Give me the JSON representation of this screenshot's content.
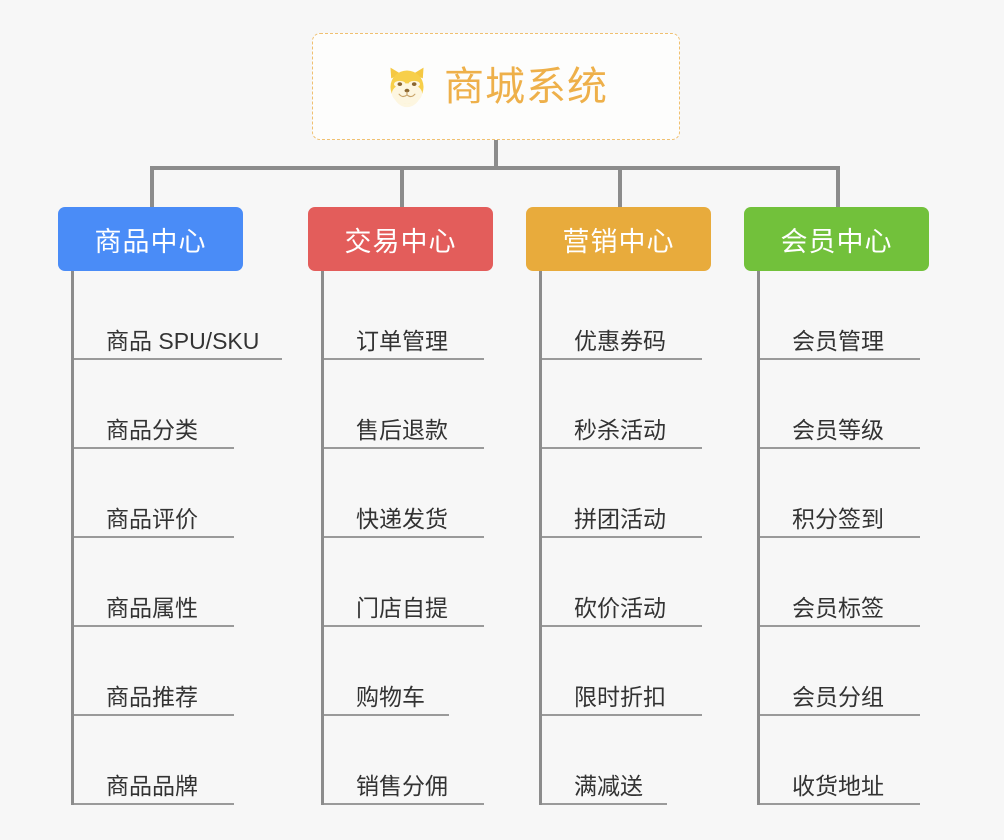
{
  "root": {
    "title": "商城系统",
    "icon": "dog-face-icon",
    "border_color": "#f0c070",
    "text_color": "#eeb04a",
    "background": "#fdfdfc"
  },
  "canvas": {
    "background": "#f7f7f7",
    "connector_color": "#8c8c8c"
  },
  "branches": [
    {
      "label": "商品中心",
      "color": "#4a8cf7",
      "items": [
        "商品 SPU/SKU",
        "商品分类",
        "商品评价",
        "商品属性",
        "商品推荐",
        "商品品牌"
      ]
    },
    {
      "label": "交易中心",
      "color": "#e35d5b",
      "items": [
        "订单管理",
        "售后退款",
        "快递发货",
        "门店自提",
        "购物车",
        "销售分佣"
      ]
    },
    {
      "label": "营销中心",
      "color": "#e8ab3c",
      "items": [
        "优惠券码",
        "秒杀活动",
        "拼团活动",
        "砍价活动",
        "限时折扣",
        "满减送"
      ]
    },
    {
      "label": "会员中心",
      "color": "#72c13b",
      "items": [
        "会员管理",
        "会员等级",
        "积分签到",
        "会员标签",
        "会员分组",
        "收货地址"
      ]
    }
  ]
}
